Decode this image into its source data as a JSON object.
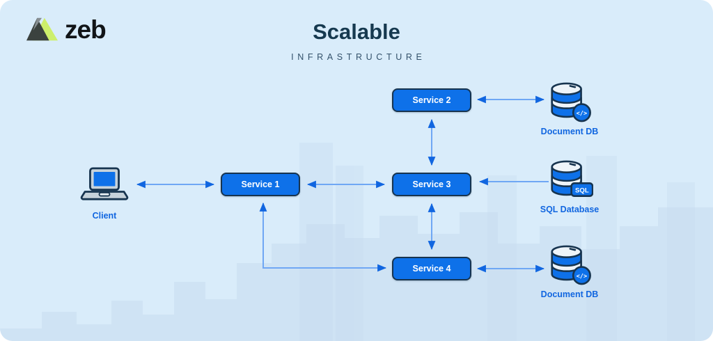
{
  "logo": {
    "text": "zeb"
  },
  "header": {
    "title": "Scalable",
    "subtitle": "INFRASTRUCTURE"
  },
  "nodes": {
    "client": {
      "label": "Client"
    },
    "services": [
      {
        "label": "Service 1"
      },
      {
        "label": "Service 2"
      },
      {
        "label": "Service 3"
      },
      {
        "label": "Service 4"
      }
    ],
    "databases": [
      {
        "label": "Document DB",
        "badge": "</>"
      },
      {
        "label": "SQL Database",
        "badge": "SQL"
      },
      {
        "label": "Document DB",
        "badge": "</>"
      }
    ]
  },
  "edges": [
    {
      "from": "Client",
      "to": "Service 1",
      "bidirectional": true
    },
    {
      "from": "Service 1",
      "to": "Service 3",
      "bidirectional": true
    },
    {
      "from": "Service 2",
      "to": "Service 3",
      "bidirectional": true
    },
    {
      "from": "Service 3",
      "to": "Service 4",
      "bidirectional": true
    },
    {
      "from": "Service 2",
      "to": "Document DB (top)",
      "bidirectional": true
    },
    {
      "from": "SQL Database",
      "to": "Service 3",
      "bidirectional": false
    },
    {
      "from": "Service 4",
      "to": "Document DB (bottom)",
      "bidirectional": true
    },
    {
      "from": "Service 1",
      "to": "Service 4",
      "bidirectional": true
    }
  ],
  "colors": {
    "background": "#d9ecfa",
    "box_fill": "#0e71e9",
    "box_border": "#17344f",
    "arrow_line": "#6fa7f4",
    "arrow_head": "#1166e0",
    "label_blue": "#1166e0",
    "title": "#16394f",
    "logo_lime": "#cdef6b",
    "logo_dark": "#3b423f"
  }
}
